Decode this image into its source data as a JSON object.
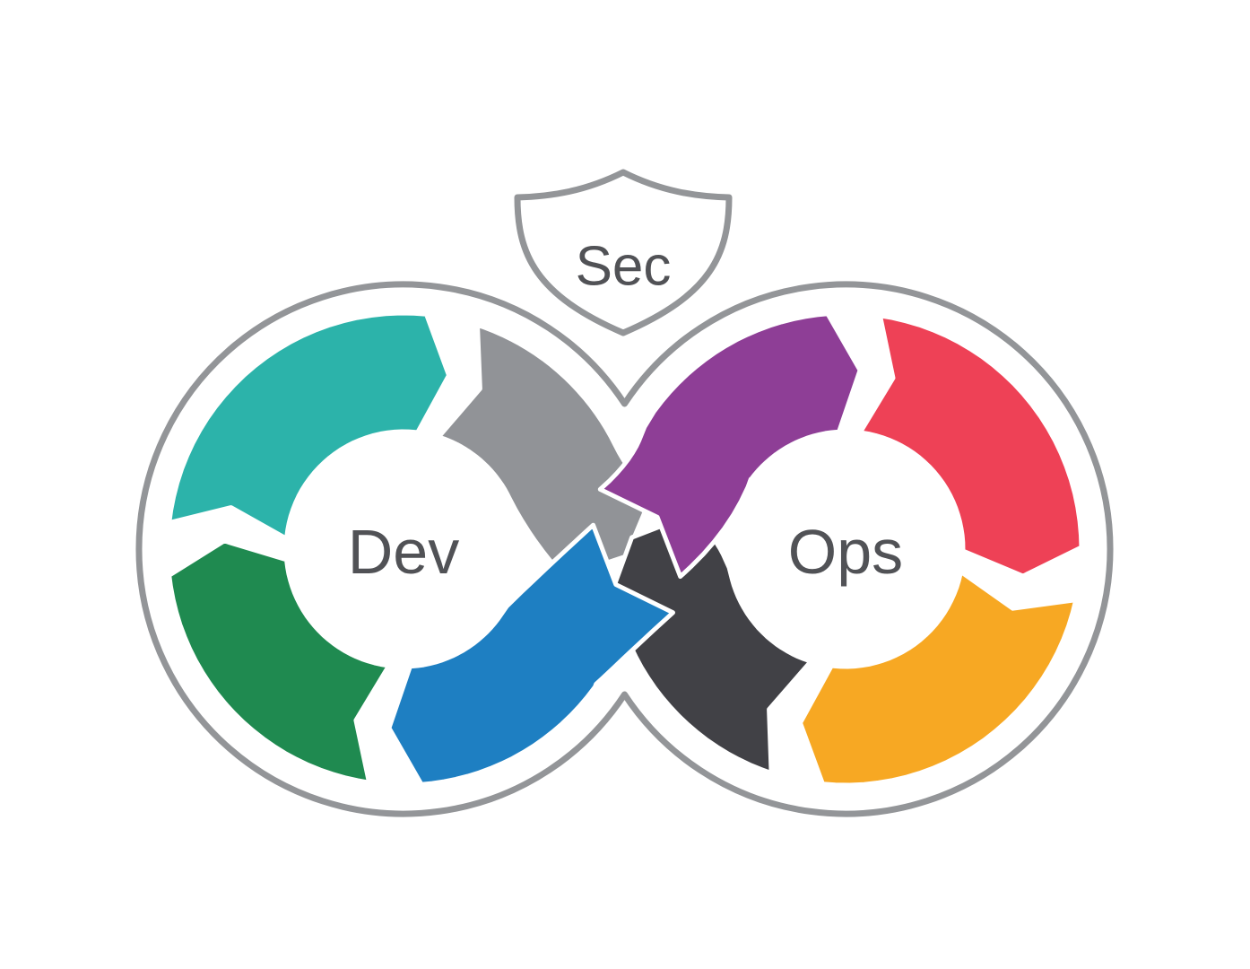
{
  "diagram": {
    "shield_label": "Sec",
    "left_loop_label": "Dev",
    "right_loop_label": "Ops",
    "outline_color": "#939598",
    "label_color": "#515256",
    "background": "#ffffff",
    "segments": [
      {
        "name": "left-top-teal",
        "color": "#2cb3aa"
      },
      {
        "name": "left-top-right-gray",
        "color": "#919397"
      },
      {
        "name": "left-bottom-green",
        "color": "#1f8a50"
      },
      {
        "name": "left-bottom-right-blue",
        "color": "#1e7fc2"
      },
      {
        "name": "right-top-left-purple",
        "color": "#8e3e96"
      },
      {
        "name": "right-top-red",
        "color": "#ee4156"
      },
      {
        "name": "right-bottom-left-dark",
        "color": "#414146"
      },
      {
        "name": "right-bottom-orange",
        "color": "#f7a823"
      }
    ]
  }
}
